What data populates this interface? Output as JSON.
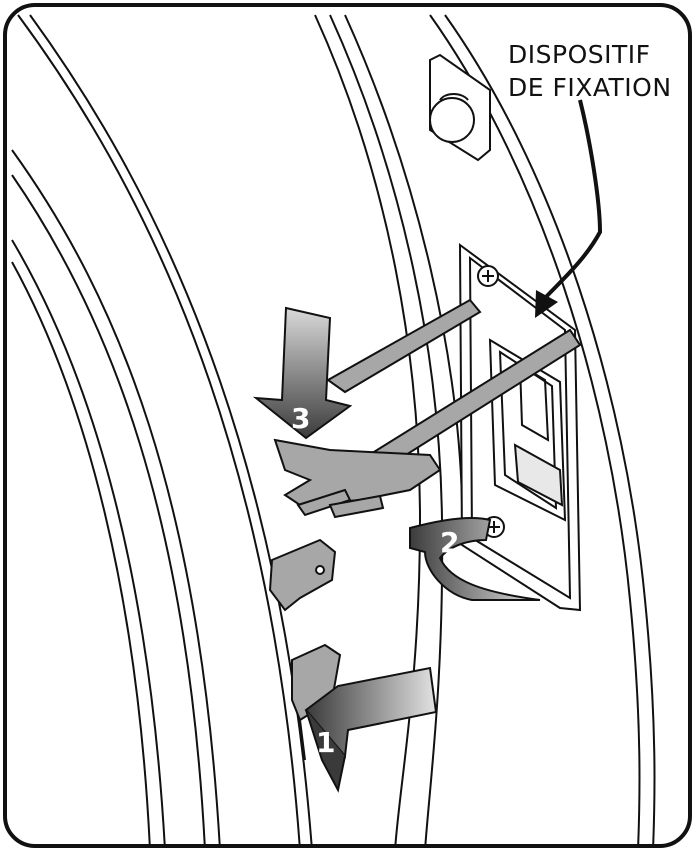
{
  "callout": {
    "line1": "DISPOSITIF",
    "line2": "DE FIXATION"
  },
  "steps": [
    "3",
    "2",
    "1"
  ],
  "colors": {
    "line": "#111111",
    "part_fill": "#a7a7a7",
    "arrow_dark": "#4a4a4a",
    "arrow_light": "#d8d8d8"
  }
}
